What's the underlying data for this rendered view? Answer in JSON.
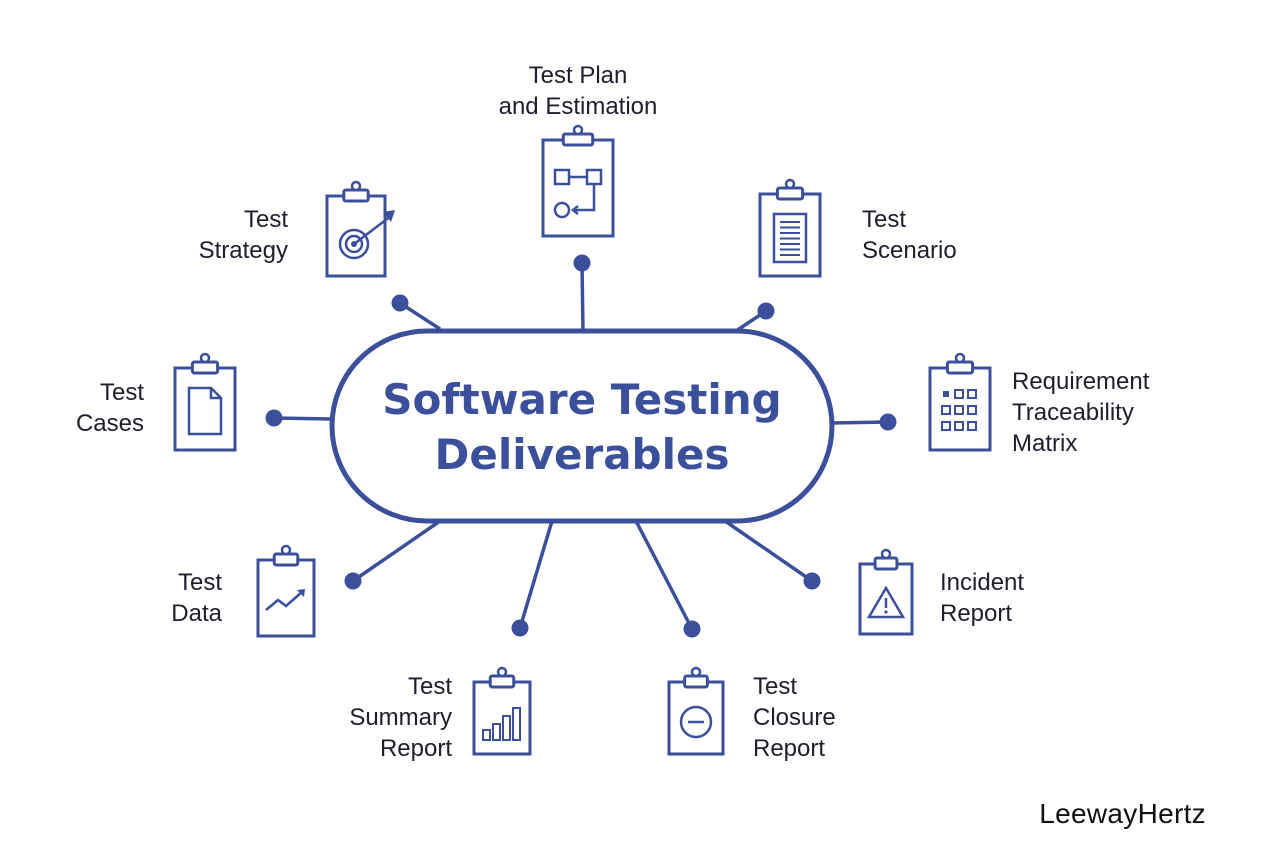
{
  "center": {
    "line1": "Software Testing",
    "line2": "Deliverables"
  },
  "deliverables": [
    {
      "id": "test-plan",
      "lines": [
        "Test Plan",
        "and Estimation"
      ],
      "icon": "flowchart-clipboard-icon"
    },
    {
      "id": "test-scenario",
      "lines": [
        "Test",
        "Scenario"
      ],
      "icon": "document-lines-clipboard-icon"
    },
    {
      "id": "rtm",
      "lines": [
        "Requirement",
        "Traceability",
        "Matrix"
      ],
      "icon": "grid-matrix-clipboard-icon"
    },
    {
      "id": "incident-report",
      "lines": [
        "Incident",
        "Report"
      ],
      "icon": "warning-triangle-clipboard-icon"
    },
    {
      "id": "test-closure-report",
      "lines": [
        "Test",
        "Closure",
        "Report"
      ],
      "icon": "minus-circle-clipboard-icon"
    },
    {
      "id": "test-summary-report",
      "lines": [
        "Test",
        "Summary",
        "Report"
      ],
      "icon": "bar-chart-clipboard-icon"
    },
    {
      "id": "test-data",
      "lines": [
        "Test",
        "Data"
      ],
      "icon": "trend-arrow-clipboard-icon"
    },
    {
      "id": "test-cases",
      "lines": [
        "Test",
        "Cases"
      ],
      "icon": "page-clipboard-icon"
    },
    {
      "id": "test-strategy",
      "lines": [
        "Test",
        "Strategy"
      ],
      "icon": "target-clipboard-icon"
    }
  ],
  "brand": "LeewayHertz",
  "colors": {
    "accent": "#3c4f9b",
    "text": "#1e1e2c",
    "background": "#ffffff"
  }
}
